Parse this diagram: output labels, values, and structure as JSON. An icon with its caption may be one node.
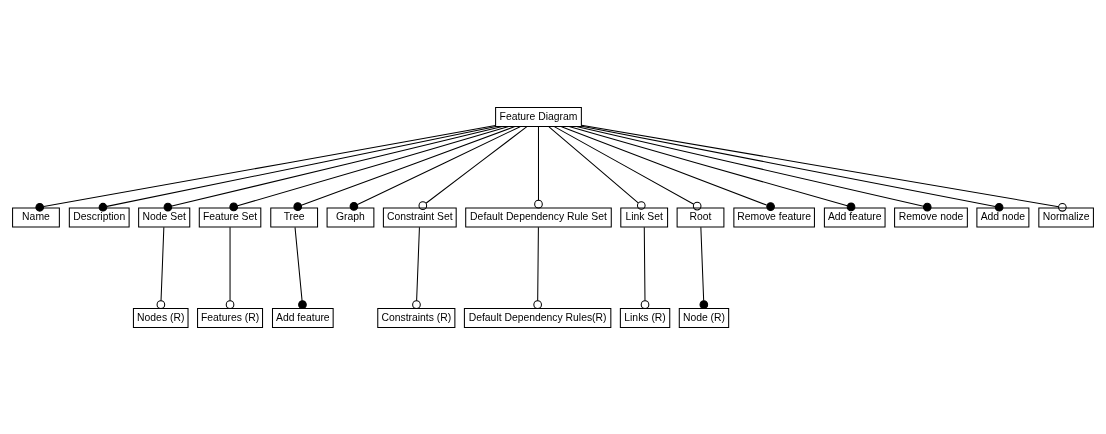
{
  "diagram": {
    "nodes": [
      {
        "text": [
          "Feature Diagram"
        ]
      },
      {
        "text": [
          "Name"
        ]
      },
      {
        "text": [
          "Description"
        ]
      },
      {
        "text": [
          "Node Set"
        ]
      },
      {
        "text": [
          "Nodes (R)"
        ]
      },
      {
        "text": [
          "Feature Set"
        ]
      },
      {
        "text": [
          "Features (R)"
        ]
      },
      {
        "text": [
          "Tree"
        ]
      },
      {
        "text": [
          "Add feature"
        ]
      },
      {
        "text": [
          "Graph"
        ]
      },
      {
        "text": [
          "Constraint Set"
        ]
      },
      {
        "text": [
          "Constraints (R)"
        ]
      },
      {
        "text": [
          "Default Dependency Rule Set"
        ]
      },
      {
        "text": [
          "Default Dependency Rules(R)"
        ]
      },
      {
        "text": [
          "Link Set"
        ]
      },
      {
        "text": [
          "Links (R)"
        ]
      },
      {
        "text": [
          "Root"
        ]
      },
      {
        "text": [
          "Node (R)"
        ]
      },
      {
        "text": [
          "Remove feature"
        ]
      },
      {
        "text": [
          "Add feature"
        ]
      },
      {
        "text": [
          "Remove node"
        ]
      },
      {
        "text": [
          "Add node"
        ]
      },
      {
        "text": [
          "Normalize"
        ]
      }
    ],
    "edges": [
      {
        "from": 0,
        "to": 1,
        "arrow": "other"
      },
      {
        "from": 0,
        "to": 2,
        "arrow": "other"
      },
      {
        "from": 0,
        "to": 3,
        "arrow": "other"
      },
      {
        "from": 3,
        "to": 4,
        "arrow": "other"
      },
      {
        "from": 0,
        "to": 5,
        "arrow": "other"
      },
      {
        "from": 5,
        "to": 6,
        "arrow": "other"
      },
      {
        "from": 0,
        "to": 7,
        "arrow": "other"
      },
      {
        "from": 7,
        "to": 8,
        "arrow": "other"
      },
      {
        "from": 0,
        "to": 9,
        "arrow": "other"
      },
      {
        "from": 0,
        "to": 10,
        "arrow": "other"
      },
      {
        "from": 10,
        "to": 11,
        "arrow": "other"
      },
      {
        "from": 0,
        "to": 12,
        "arrow": "other"
      },
      {
        "from": 12,
        "to": 13,
        "arrow": "other"
      },
      {
        "from": 0,
        "to": 14,
        "arrow": "other"
      },
      {
        "from": 14,
        "to": 15,
        "arrow": "other"
      },
      {
        "from": 0,
        "to": 16,
        "arrow": "other"
      },
      {
        "from": 16,
        "to": 17,
        "arrow": "other"
      },
      {
        "from": 0,
        "to": 18,
        "arrow": "other"
      },
      {
        "from": 0,
        "to": 19,
        "arrow": "other"
      },
      {
        "from": 0,
        "to": 20,
        "arrow": "other"
      },
      {
        "from": 0,
        "to": 21,
        "arrow": "other"
      },
      {
        "from": 0,
        "to": 22,
        "arrow": "other"
      }
    ]
  }
}
